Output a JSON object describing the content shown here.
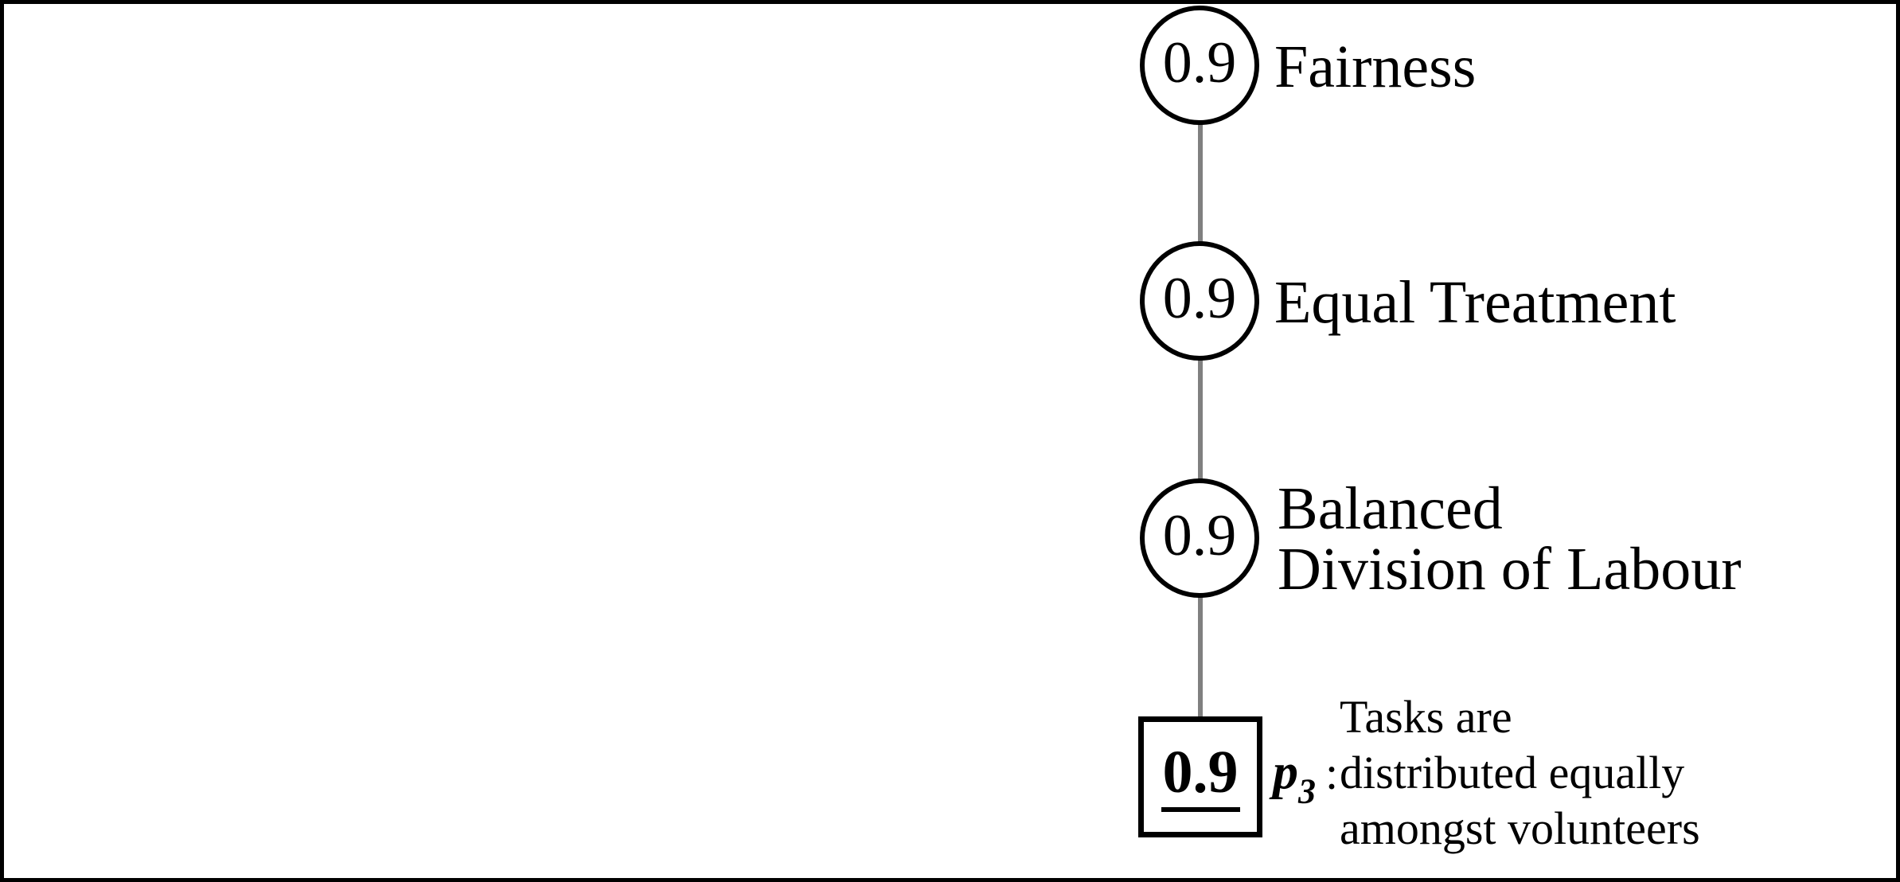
{
  "diagram": {
    "background_color": "#ffffff",
    "frame_color": "#000000",
    "edge_color": "#808080",
    "nodes": [
      {
        "id": "fairness",
        "shape": "circle",
        "value": "0.9",
        "label": "Fairness"
      },
      {
        "id": "equal-treatment",
        "shape": "circle",
        "value": "0.9",
        "label": "Equal Treatment"
      },
      {
        "id": "balanced-division-of-labour",
        "shape": "circle",
        "value": "0.9",
        "label_lines": [
          "Balanced",
          "Division of Labour"
        ]
      },
      {
        "id": "p3",
        "shape": "square",
        "value": "0.9",
        "symbol": "p",
        "subscript": "3",
        "separator": ":",
        "description_lines": [
          "Tasks are",
          "distributed equally",
          "amongst volunteers"
        ]
      }
    ],
    "edges": [
      {
        "from": "fairness",
        "to": "equal-treatment"
      },
      {
        "from": "equal-treatment",
        "to": "balanced-division-of-labour"
      },
      {
        "from": "balanced-division-of-labour",
        "to": "p3"
      }
    ]
  }
}
